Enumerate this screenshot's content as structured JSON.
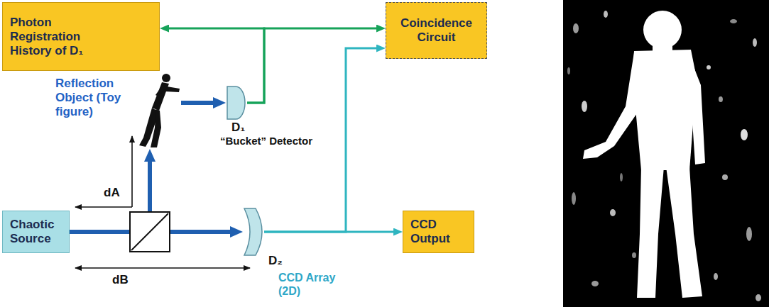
{
  "diagram": {
    "nodes": [
      {
        "text": [
          "Photon Registration History of D₁"
        ]
      },
      {
        "text": [
          "Coincidence Circuit"
        ]
      },
      {
        "text": [
          "Reflection Object (Toy figure)"
        ]
      },
      {
        "text": [
          "D₁",
          "“Bucket” Detector"
        ]
      },
      {
        "text": [
          "Chaotic Source"
        ]
      },
      {
        "text": [
          "D₂",
          "CCD Array (2D)"
        ]
      },
      {
        "text": [
          "CCD Output"
        ]
      }
    ],
    "edges": [
      {
        "from": 4,
        "to": 2,
        "arrow": "to"
      },
      {
        "from": 4,
        "to": 5,
        "arrow": "to"
      },
      {
        "from": 2,
        "to": 3,
        "arrow": "to"
      },
      {
        "from": 3,
        "to": 0,
        "arrow": "to"
      },
      {
        "from": 3,
        "to": 1,
        "arrow": "to"
      },
      {
        "from": 5,
        "to": 1,
        "arrow": "to"
      },
      {
        "from": 5,
        "to": 6,
        "arrow": "to"
      }
    ],
    "labels": [
      "dA",
      "dB"
    ]
  }
}
